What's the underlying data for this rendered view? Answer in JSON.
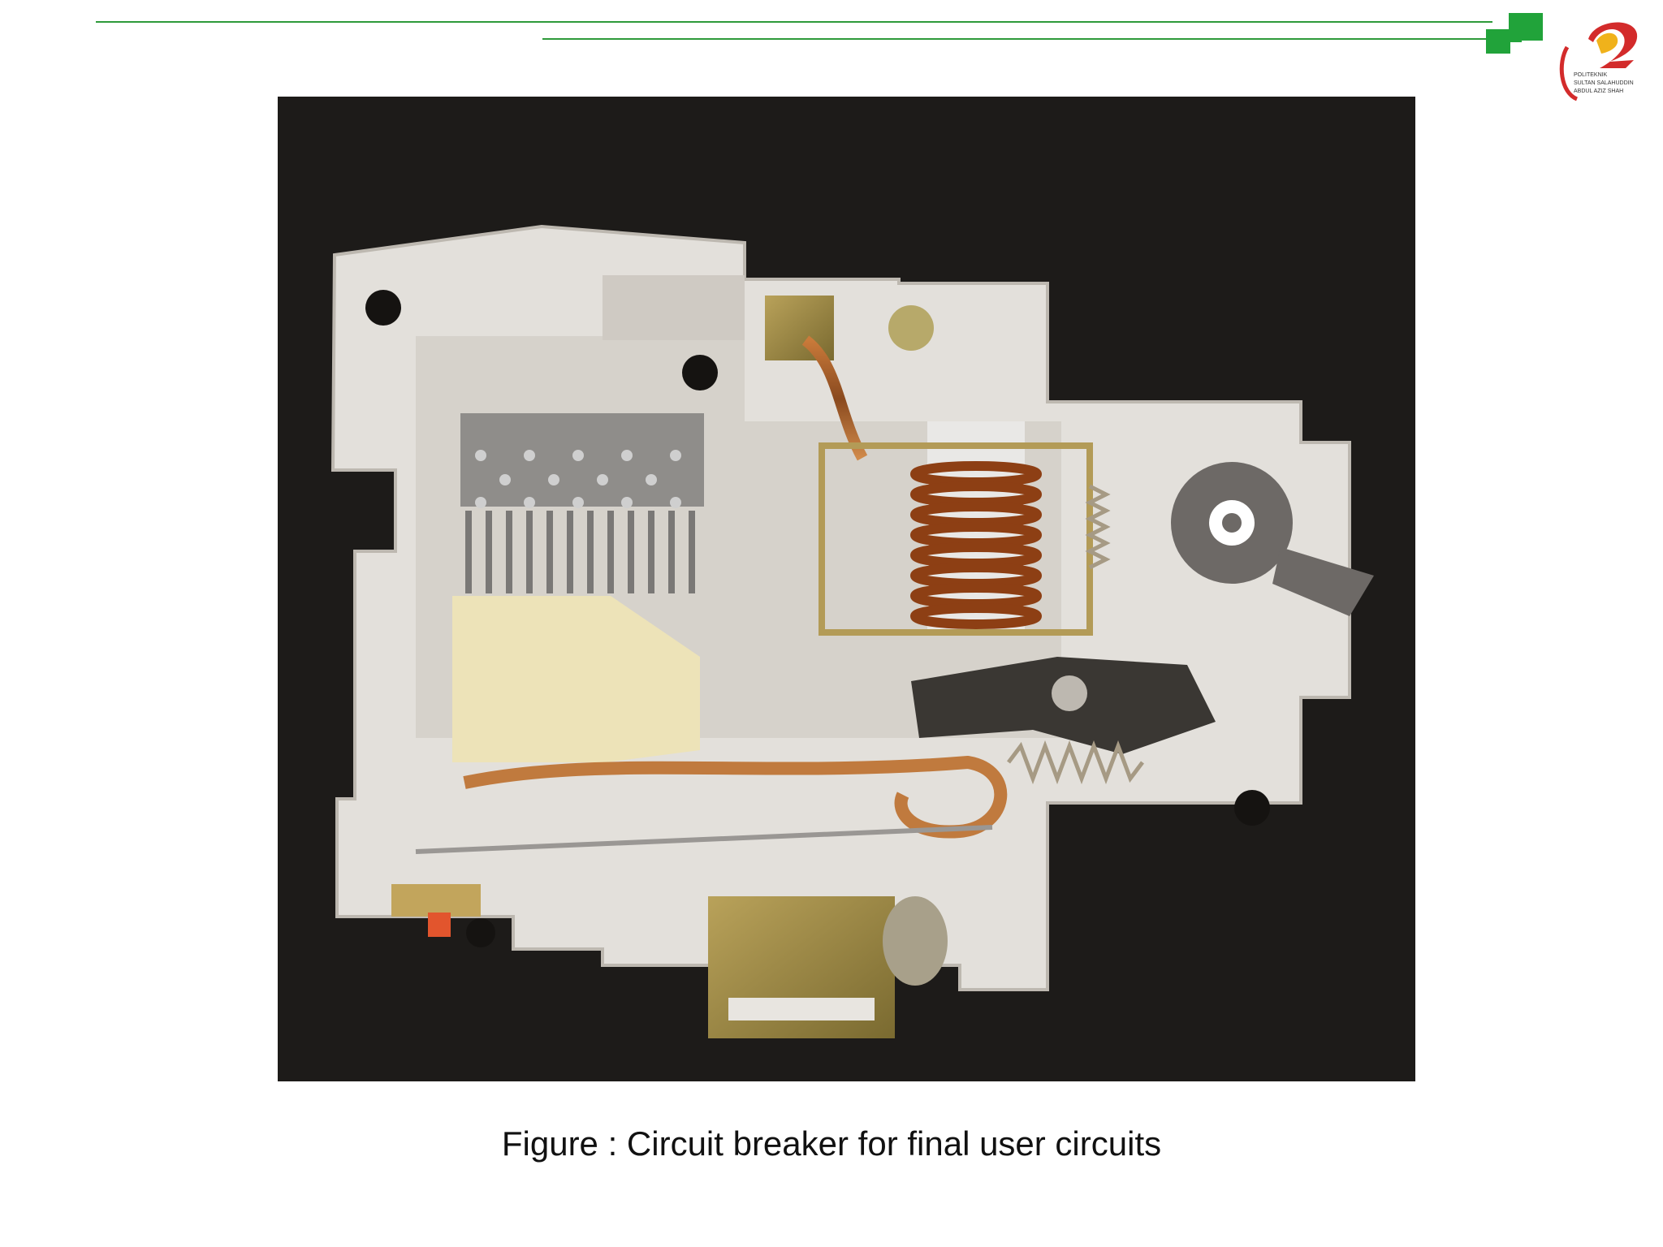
{
  "slide": {
    "caption": "Figure : Circuit breaker for final user circuits"
  },
  "logo": {
    "name": "POLITEKNIK",
    "subtitle_1": "SULTAN SALAHUDDIN",
    "subtitle_2": "ABDUL AZIZ SHAH"
  },
  "figure": {
    "subject": "circuit-breaker-photo"
  },
  "colors": {
    "accent_green": "#2e9a3a",
    "background": "#ffffff",
    "photo_background": "#1d1b19"
  }
}
